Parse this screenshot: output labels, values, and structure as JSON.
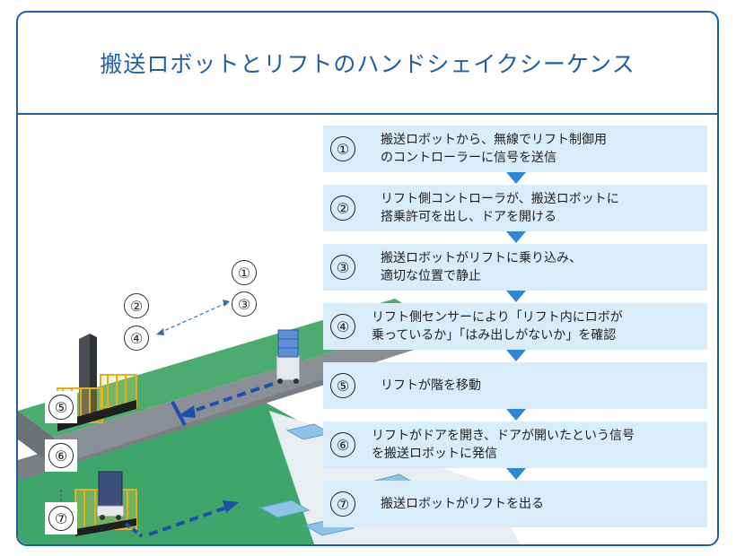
{
  "title": "搬送ロボットとリフトのハンドシェイクシーケンス",
  "steps": [
    {
      "num": "①",
      "text": "搬送ロボットから、無線でリフト制御用\nのコントローラーに信号を送信"
    },
    {
      "num": "②",
      "text": "リフト側コントローラが、搬送ロボットに\n搭乗許可を出し、ドアを開ける"
    },
    {
      "num": "③",
      "text": "搬送ロボットがリフトに乗り込み、\n適切な位置で静止"
    },
    {
      "num": "④",
      "text": "リフト側センサーにより「リフト内にロボが\n乗っているか」「はみ出しがないか」を確認"
    },
    {
      "num": "⑤",
      "text": "リフトが階を移動"
    },
    {
      "num": "⑥",
      "text": "リフトがドアを開き、ドアが開いたという信号\nを搬送ロボットに発信"
    },
    {
      "num": "⑦",
      "text": "搬送ロボットがリフトを出る"
    }
  ],
  "illustration_markers": {
    "m1": "①",
    "m2": "②",
    "m3": "③",
    "m4": "④",
    "m5": "⑤",
    "m6": "⑥",
    "m7": "⑦"
  },
  "colors": {
    "accent": "#1d5fa6",
    "step_bg": "#d9ecfa",
    "arrow": "#2f86d6",
    "floor": "#3ea66b"
  }
}
